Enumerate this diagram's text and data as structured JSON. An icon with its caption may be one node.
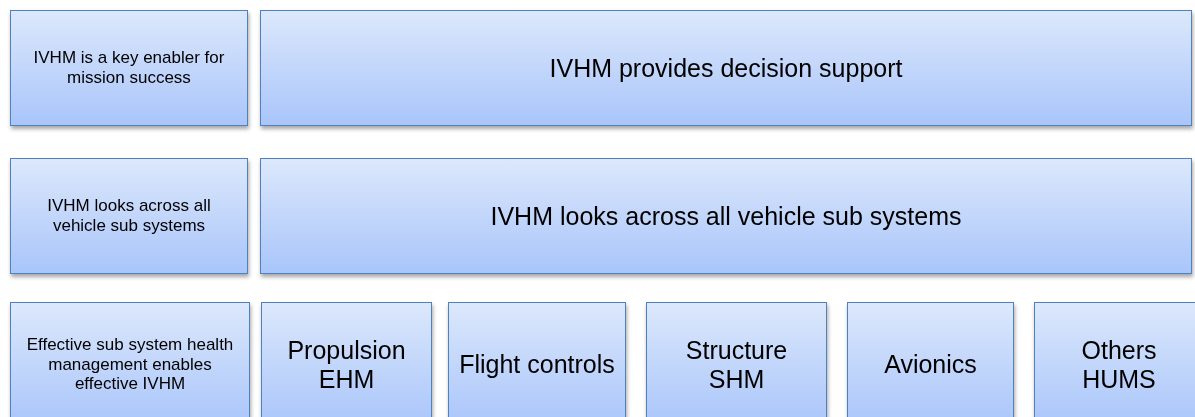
{
  "diagram": {
    "nodes": [
      {
        "text": [
          "IVHM is a key enabler for mission success"
        ]
      },
      {
        "text": [
          "IVHM provides decision support"
        ]
      },
      {
        "text": [
          "IVHM looks across all vehicle sub systems"
        ]
      },
      {
        "text": [
          "IVHM looks across all vehicle sub systems"
        ]
      },
      {
        "text": [
          "Effective sub system health management enables effective IVHM"
        ]
      },
      {
        "text": [
          "Propulsion EHM"
        ]
      },
      {
        "text": [
          "Flight controls"
        ]
      },
      {
        "text": [
          "Structure SHM"
        ]
      },
      {
        "text": [
          "Avionics"
        ]
      },
      {
        "text": [
          "Others HUMS"
        ]
      }
    ],
    "edges": []
  }
}
